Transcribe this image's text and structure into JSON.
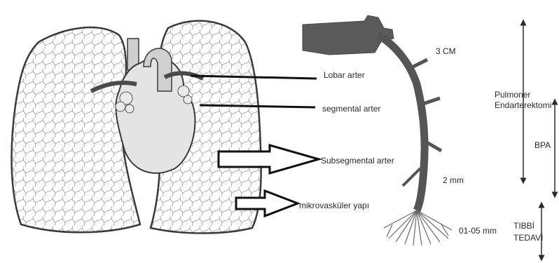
{
  "labels": {
    "lobar": "Lobar arter",
    "segmental": "segmental arter",
    "subsegmental": "Subsegmental arter",
    "microvascular": "mikrovasküler yapı",
    "size_3cm": "3 CM",
    "size_2mm": "2 mm",
    "size_01_05mm": "01-05 mm",
    "pulmoner": "Pulmoner",
    "endarterektomi": "Endarterektomi",
    "bpa": "BPA",
    "tibbi": "TIBBİ",
    "tedavi": "TEDAVİ"
  },
  "colors": {
    "ink": "#2a2a2a",
    "artery": "#5a5a5a",
    "lung_fill": "#d9d9d9"
  },
  "icons": [
    "lungs-heart-illustration",
    "pulmonary-artery-tree",
    "outline-arrow",
    "double-headed-arrow"
  ]
}
